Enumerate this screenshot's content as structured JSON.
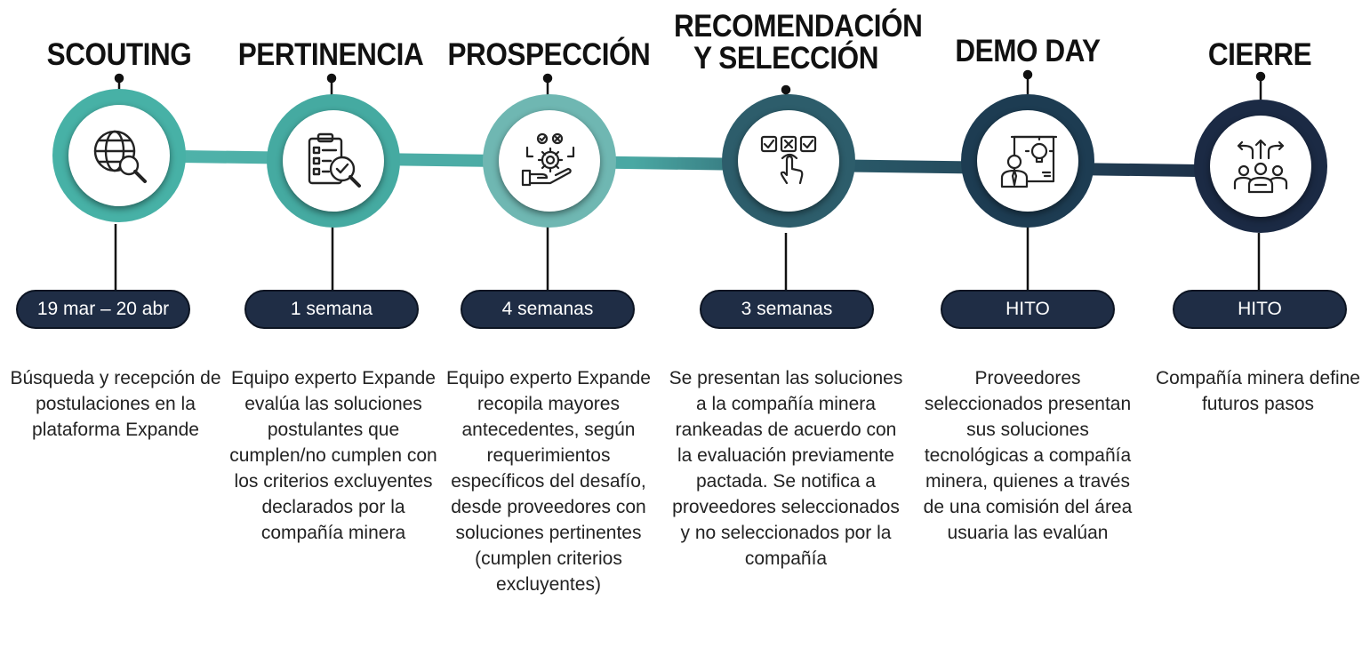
{
  "colors": {
    "teal": "#4fb3aa",
    "navy": "#1f2d45",
    "ring": [
      "#47b1a6",
      "#45aaa1",
      "#6fb7b2",
      "#2d5d6b",
      "#1d3c52",
      "#1b2a44"
    ]
  },
  "steps": [
    {
      "title": "SCOUTING",
      "duration": "19 mar – 20 abr",
      "icon": "globe-search-icon",
      "description": "Búsqueda y recepción de postulaciones en la plataforma Expande"
    },
    {
      "title": "PERTINENCIA",
      "duration": "1 semana",
      "icon": "checklist-magnifier-icon",
      "description": "Equipo experto Expande evalúa las soluciones postulantes que cumplen/no cumplen con los criterios excluyentes declarados por la compañía minera"
    },
    {
      "title": "PROSPECCIÓN",
      "duration": "4 semanas",
      "icon": "hand-gear-icon",
      "description": "Equipo experto Expande recopila mayores antecedentes, según requerimientos específicos del desafío, desde proveedores con soluciones pertinentes (cumplen criterios excluyentes)"
    },
    {
      "title": "RECOMENDACIÓN Y SELECCIÓN",
      "duration": "3 semanas",
      "icon": "checkbox-click-icon",
      "description": "Se presentan las soluciones a la compañía minera rankeadas de acuerdo con la evaluación previamente pactada. Se notifica a proveedores seleccionados y no seleccionados por la compañía"
    },
    {
      "title": "DEMO DAY",
      "duration": "HITO",
      "icon": "presentation-idea-icon",
      "description": "Proveedores seleccionados presentan sus soluciones tecnológicas a compañía minera, quienes a través de una comisión del área usuaria las evalúan"
    },
    {
      "title": "CIERRE",
      "duration": "HITO",
      "icon": "team-directions-icon",
      "description": "Compañía minera define futuros pasos"
    }
  ]
}
